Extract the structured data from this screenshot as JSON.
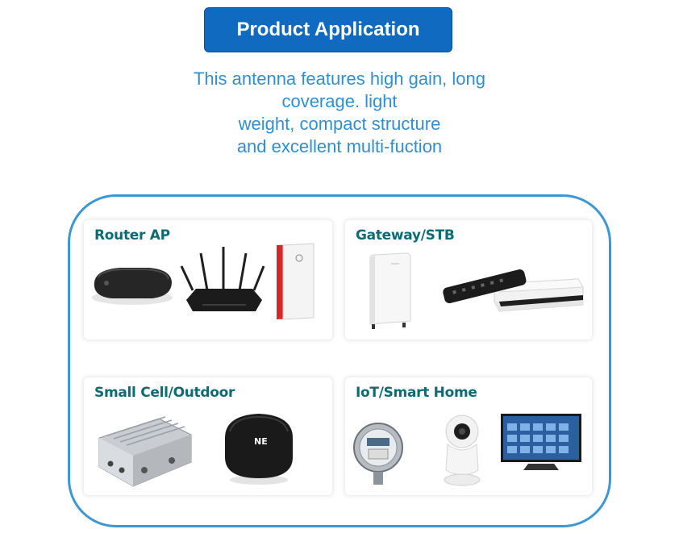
{
  "header": {
    "title": "Product Application"
  },
  "description": {
    "lines": [
      "This antenna features high gain, long",
      "coverage. light",
      "weight, compact structure",
      "and excellent multi-fuction"
    ]
  },
  "panels": [
    {
      "title": "Router AP"
    },
    {
      "title": "Gateway/STB"
    },
    {
      "title": "Small Cell/Outdoor"
    },
    {
      "title": "IoT/Smart Home"
    }
  ],
  "colors": {
    "title_bg": "#0f6ac0",
    "description_text": "#2f8fd1",
    "frame_border": "#3b97d6",
    "panel_title": "#0d6b74"
  }
}
